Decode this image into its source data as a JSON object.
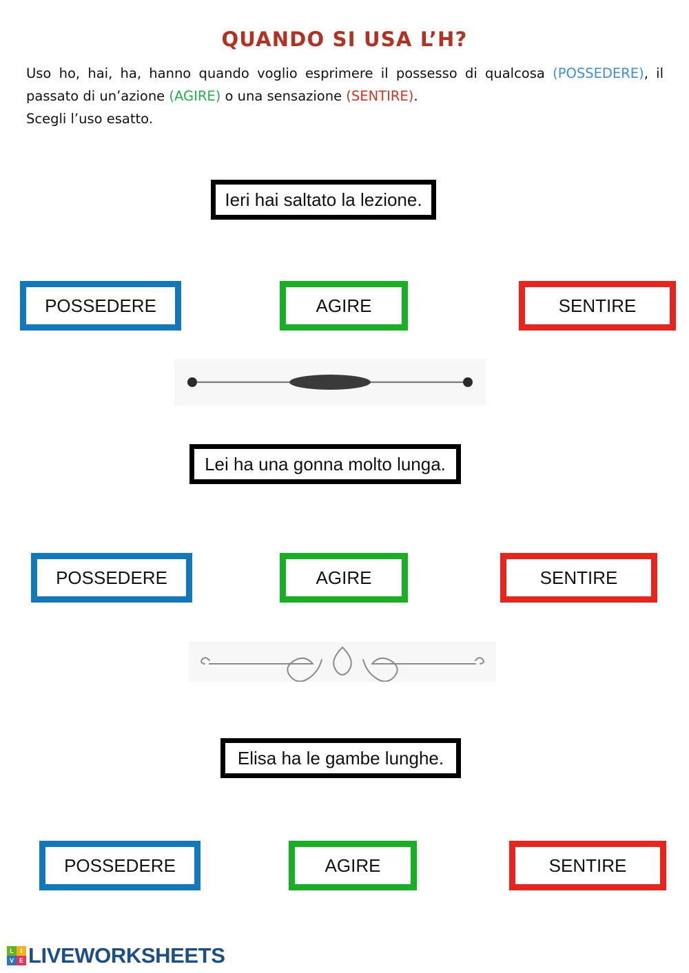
{
  "worksheet": {
    "title": "QUANDO SI USA L’H?",
    "instructions": {
      "line1_a": "Uso ho, hai, ha, hanno quando voglio esprimere il possesso di qualcosa ",
      "word_possedere": "(POSSEDERE)",
      "line1_b": ", il passato di un’azione ",
      "word_agire": "(AGIRE)",
      "line1_c": " o una sensazione ",
      "word_sentire": "(SENTIRE)",
      "line1_d": ".",
      "line2": "Scegli l’uso esatto."
    },
    "questions": [
      {
        "sentence": "Ieri hai saltato la lezione.",
        "options": [
          "POSSEDERE",
          "AGIRE",
          "SENTIRE"
        ]
      },
      {
        "sentence": "Lei ha una gonna molto lunga.",
        "options": [
          "POSSEDERE",
          "AGIRE",
          "SENTIRE"
        ]
      },
      {
        "sentence": "Elisa ha le gambe lunghe.",
        "options": [
          "POSSEDERE",
          "AGIRE",
          "SENTIRE"
        ]
      }
    ],
    "dividers": [
      {
        "style": "line-with-dots-and-lens"
      },
      {
        "style": "ornamental-flourish"
      }
    ],
    "footer": {
      "logo_text": "LIVEWORKSHEETS",
      "logo_mark_letters": [
        "L",
        "I",
        "V",
        "E"
      ]
    },
    "colors": {
      "title": "#b5301e",
      "possedere": "#1278be",
      "agire": "#16b022",
      "sentire": "#e8241c",
      "inline_possedere": "#3d91d1",
      "inline_agire": "#22b24c",
      "inline_sentire": "#e03020",
      "sentence_border": "#000000",
      "logo_text": "#1a4f8a"
    }
  }
}
